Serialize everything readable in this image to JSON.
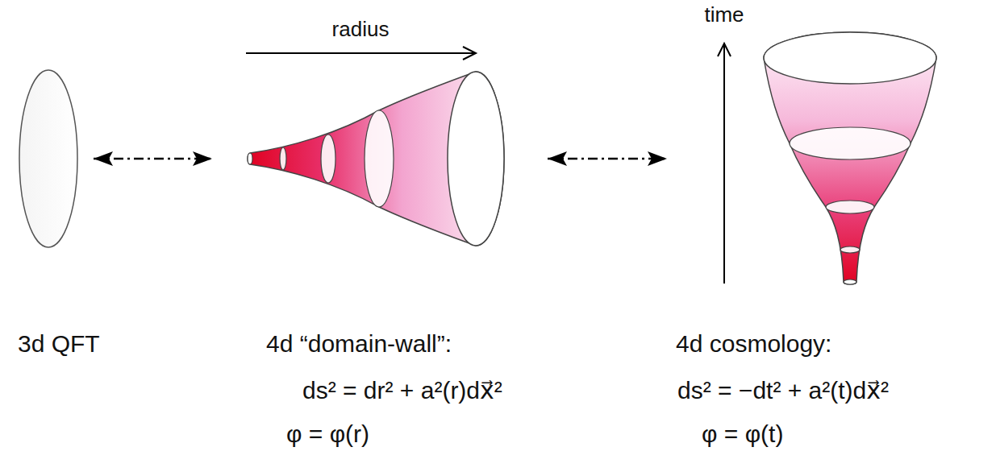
{
  "diagram": {
    "nodes": [
      {
        "text": [
          "3d QFT"
        ]
      },
      {
        "text": [
          "4d “domain-wall”:",
          "ds² = dr² + a²(r)dx⃗²",
          "φ = φ(r)"
        ]
      },
      {
        "text": [
          "4d cosmology:",
          "ds² = −dt² + a²(t)dx⃗²",
          "φ = φ(t)"
        ]
      }
    ],
    "edges": [
      {
        "from": 0,
        "to": 1,
        "arrow": "both"
      },
      {
        "from": 1,
        "to": 2,
        "arrow": "both"
      }
    ],
    "labels": [
      "radius",
      "time"
    ]
  }
}
